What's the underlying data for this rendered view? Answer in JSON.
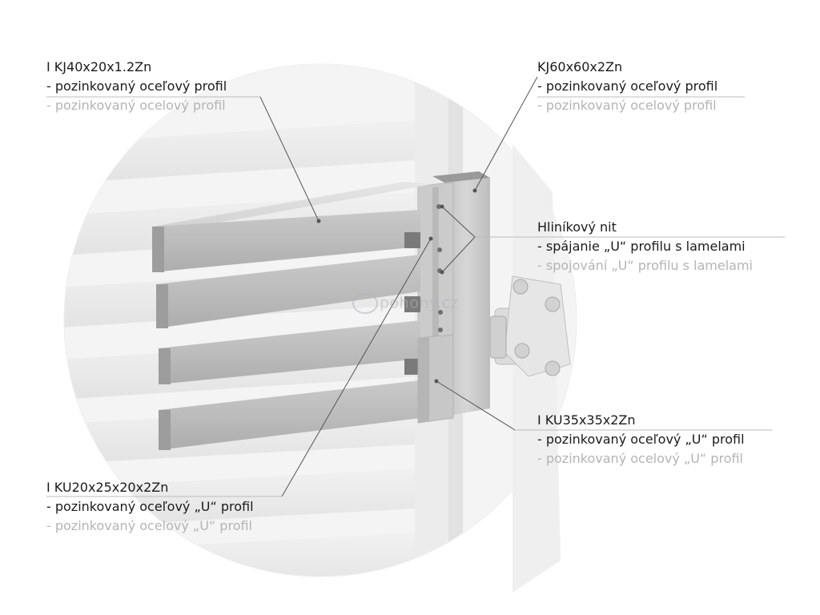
{
  "labels": {
    "kj40": {
      "title": "I KJ40x20x1.2Zn",
      "line1": "- pozinkovaný oceľový profil",
      "line2": "- pozinkovaný ocelový profil"
    },
    "kj60": {
      "title": "KJ60x60x2Zn",
      "line1": "- pozinkovaný oceľový profil",
      "line2": "- pozinkovaný ocelový profil"
    },
    "nit": {
      "title": "Hliníkový nit",
      "line1": "- spájanie „U“ profilu s lamelami",
      "line2": "- spojování „U“ profilu s lamelami"
    },
    "ku35": {
      "title": "I KU35x35x2Zn",
      "line1": "- pozinkovaný oceľový „U“ profil",
      "line2": "- pozinkovaný ocelový „U“ profil"
    },
    "ku20": {
      "title": "I KU20x25x20x2Zn",
      "line1": "- pozinkovaný oceľový „U“ profil",
      "line2": "- pozinkovaný ocelový „U“ profil"
    }
  },
  "watermark": "pohony.cz",
  "colors": {
    "steel_light": "#d8d8d8",
    "steel_mid": "#bfbfbf",
    "steel_dark": "#8f8f8f",
    "background_slat": "#ececec",
    "leader_line": "#555555",
    "text_primary": "#1a1a1a",
    "text_secondary": "#b4b4b4"
  }
}
